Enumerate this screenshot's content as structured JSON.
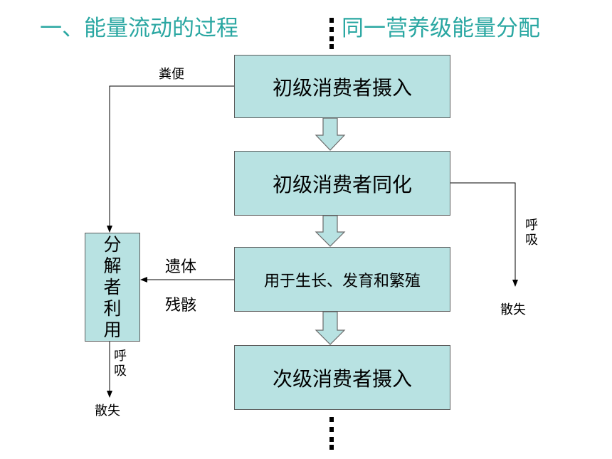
{
  "header": {
    "title_left": "一、能量流动的过程",
    "title_right": "同一营养级能量分配"
  },
  "flow": {
    "box1": "初级消费者摄入",
    "box2": "初级消费者同化",
    "box3": "用于生长、发育和繁殖",
    "box4": "次级消费者摄入"
  },
  "decomposer": {
    "chars": [
      "分",
      "解",
      "者",
      "利",
      "用"
    ]
  },
  "labels": {
    "feces": "粪便",
    "remains_1": "遗体",
    "remains_2": "残骸",
    "right_resp": [
      "呼",
      "吸"
    ],
    "right_lost": "散失",
    "bottom_resp": [
      "呼",
      "吸"
    ],
    "bottom_lost": "散失"
  },
  "colors": {
    "title": "#2aa7a2",
    "box_fill": "#b8e2e2",
    "arrow_fill": "#b8e2e2"
  }
}
